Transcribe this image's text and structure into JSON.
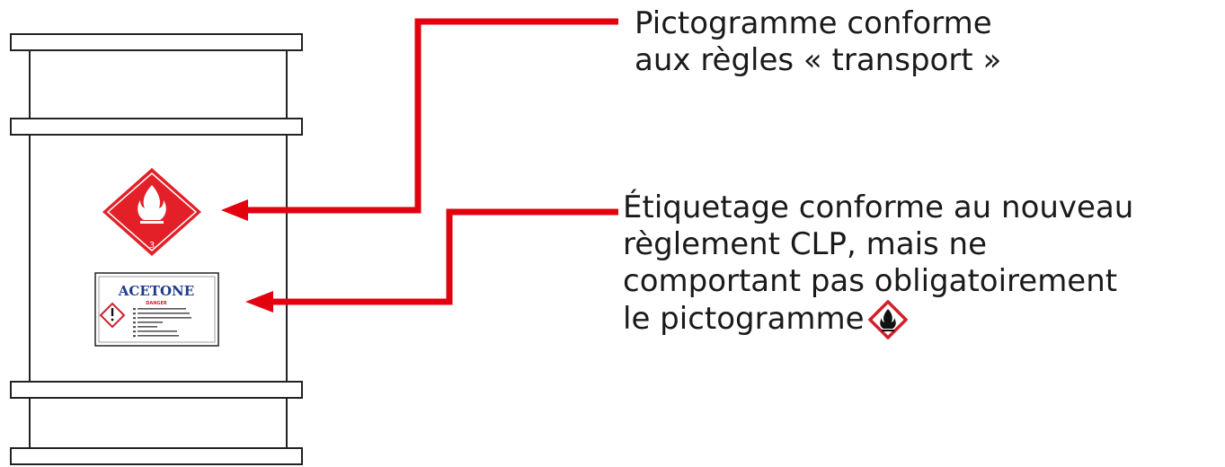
{
  "callouts": [
    {
      "lines": [
        "Pictogramme conforme",
        "aux règles « transport »"
      ]
    },
    {
      "lines": [
        "Étiquetage conforme au  nouveau",
        "règlement CLP, mais ne",
        "comportant pas obligatoirement",
        "le pictogramme"
      ]
    }
  ],
  "transport_placard": {
    "class_number": "3"
  },
  "label": {
    "product": "ACETONE",
    "signal_word": "DANGER"
  },
  "icons": [
    "flammable-diamond-icon",
    "exclamation-ghs-icon",
    "flame-ghs-icon"
  ],
  "colors": {
    "arrow": "#e3000f",
    "placard": "#e32027",
    "label_title": "#1f3a8c",
    "signal_word": "#d0202a",
    "outline": "#222222"
  }
}
